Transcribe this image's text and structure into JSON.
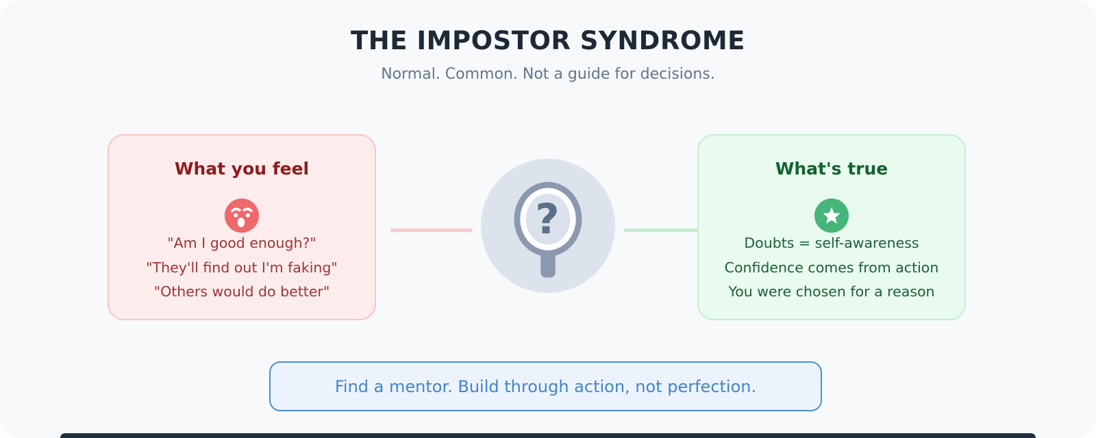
{
  "header": {
    "title": "THE IMPOSTOR SYNDROME",
    "subtitle": "Normal. Common. Not a guide for decisions."
  },
  "feel_card": {
    "title": "What you feel",
    "icon": "hushed-face-emoji",
    "quotes": [
      "\"Am I good enough?\"",
      "\"They'll find out I'm faking\"",
      "\"Others would do better\""
    ]
  },
  "center": {
    "icon": "hand-mirror",
    "glyph": "?"
  },
  "truth_card": {
    "title": "What's true",
    "icon": "star-badge",
    "facts": [
      "Doubts = self-awareness",
      "Confidence comes from action",
      "You were chosen for a reason"
    ]
  },
  "advice": {
    "text": "Find a mentor. Build through action, not perfection."
  },
  "colors": {
    "background": "#f7f9fb",
    "title_text": "#1e2936",
    "subtitle_text": "#64748b",
    "feel_bg": "#fdecec",
    "feel_border": "#f7c6c6",
    "feel_title": "#8e1c1c",
    "feel_text": "#9c3535",
    "feel_accent": "#ee686c",
    "truth_bg": "#e8fbee",
    "truth_border": "#c4eed2",
    "truth_title": "#14632e",
    "truth_text": "#1d5f38",
    "truth_accent": "#46b578",
    "mirror_circle_bg": "#dce3ed",
    "mirror_frame": "#8b99ae",
    "mirror_glyph": "#5d6e87",
    "connector_feel": "#f9c9c9",
    "connector_truth": "#c3eccf",
    "advice_bg": "#edf3fc",
    "advice_border": "#4b8fd3",
    "advice_text": "#4285c8",
    "footer_bar": "#212c3d"
  }
}
